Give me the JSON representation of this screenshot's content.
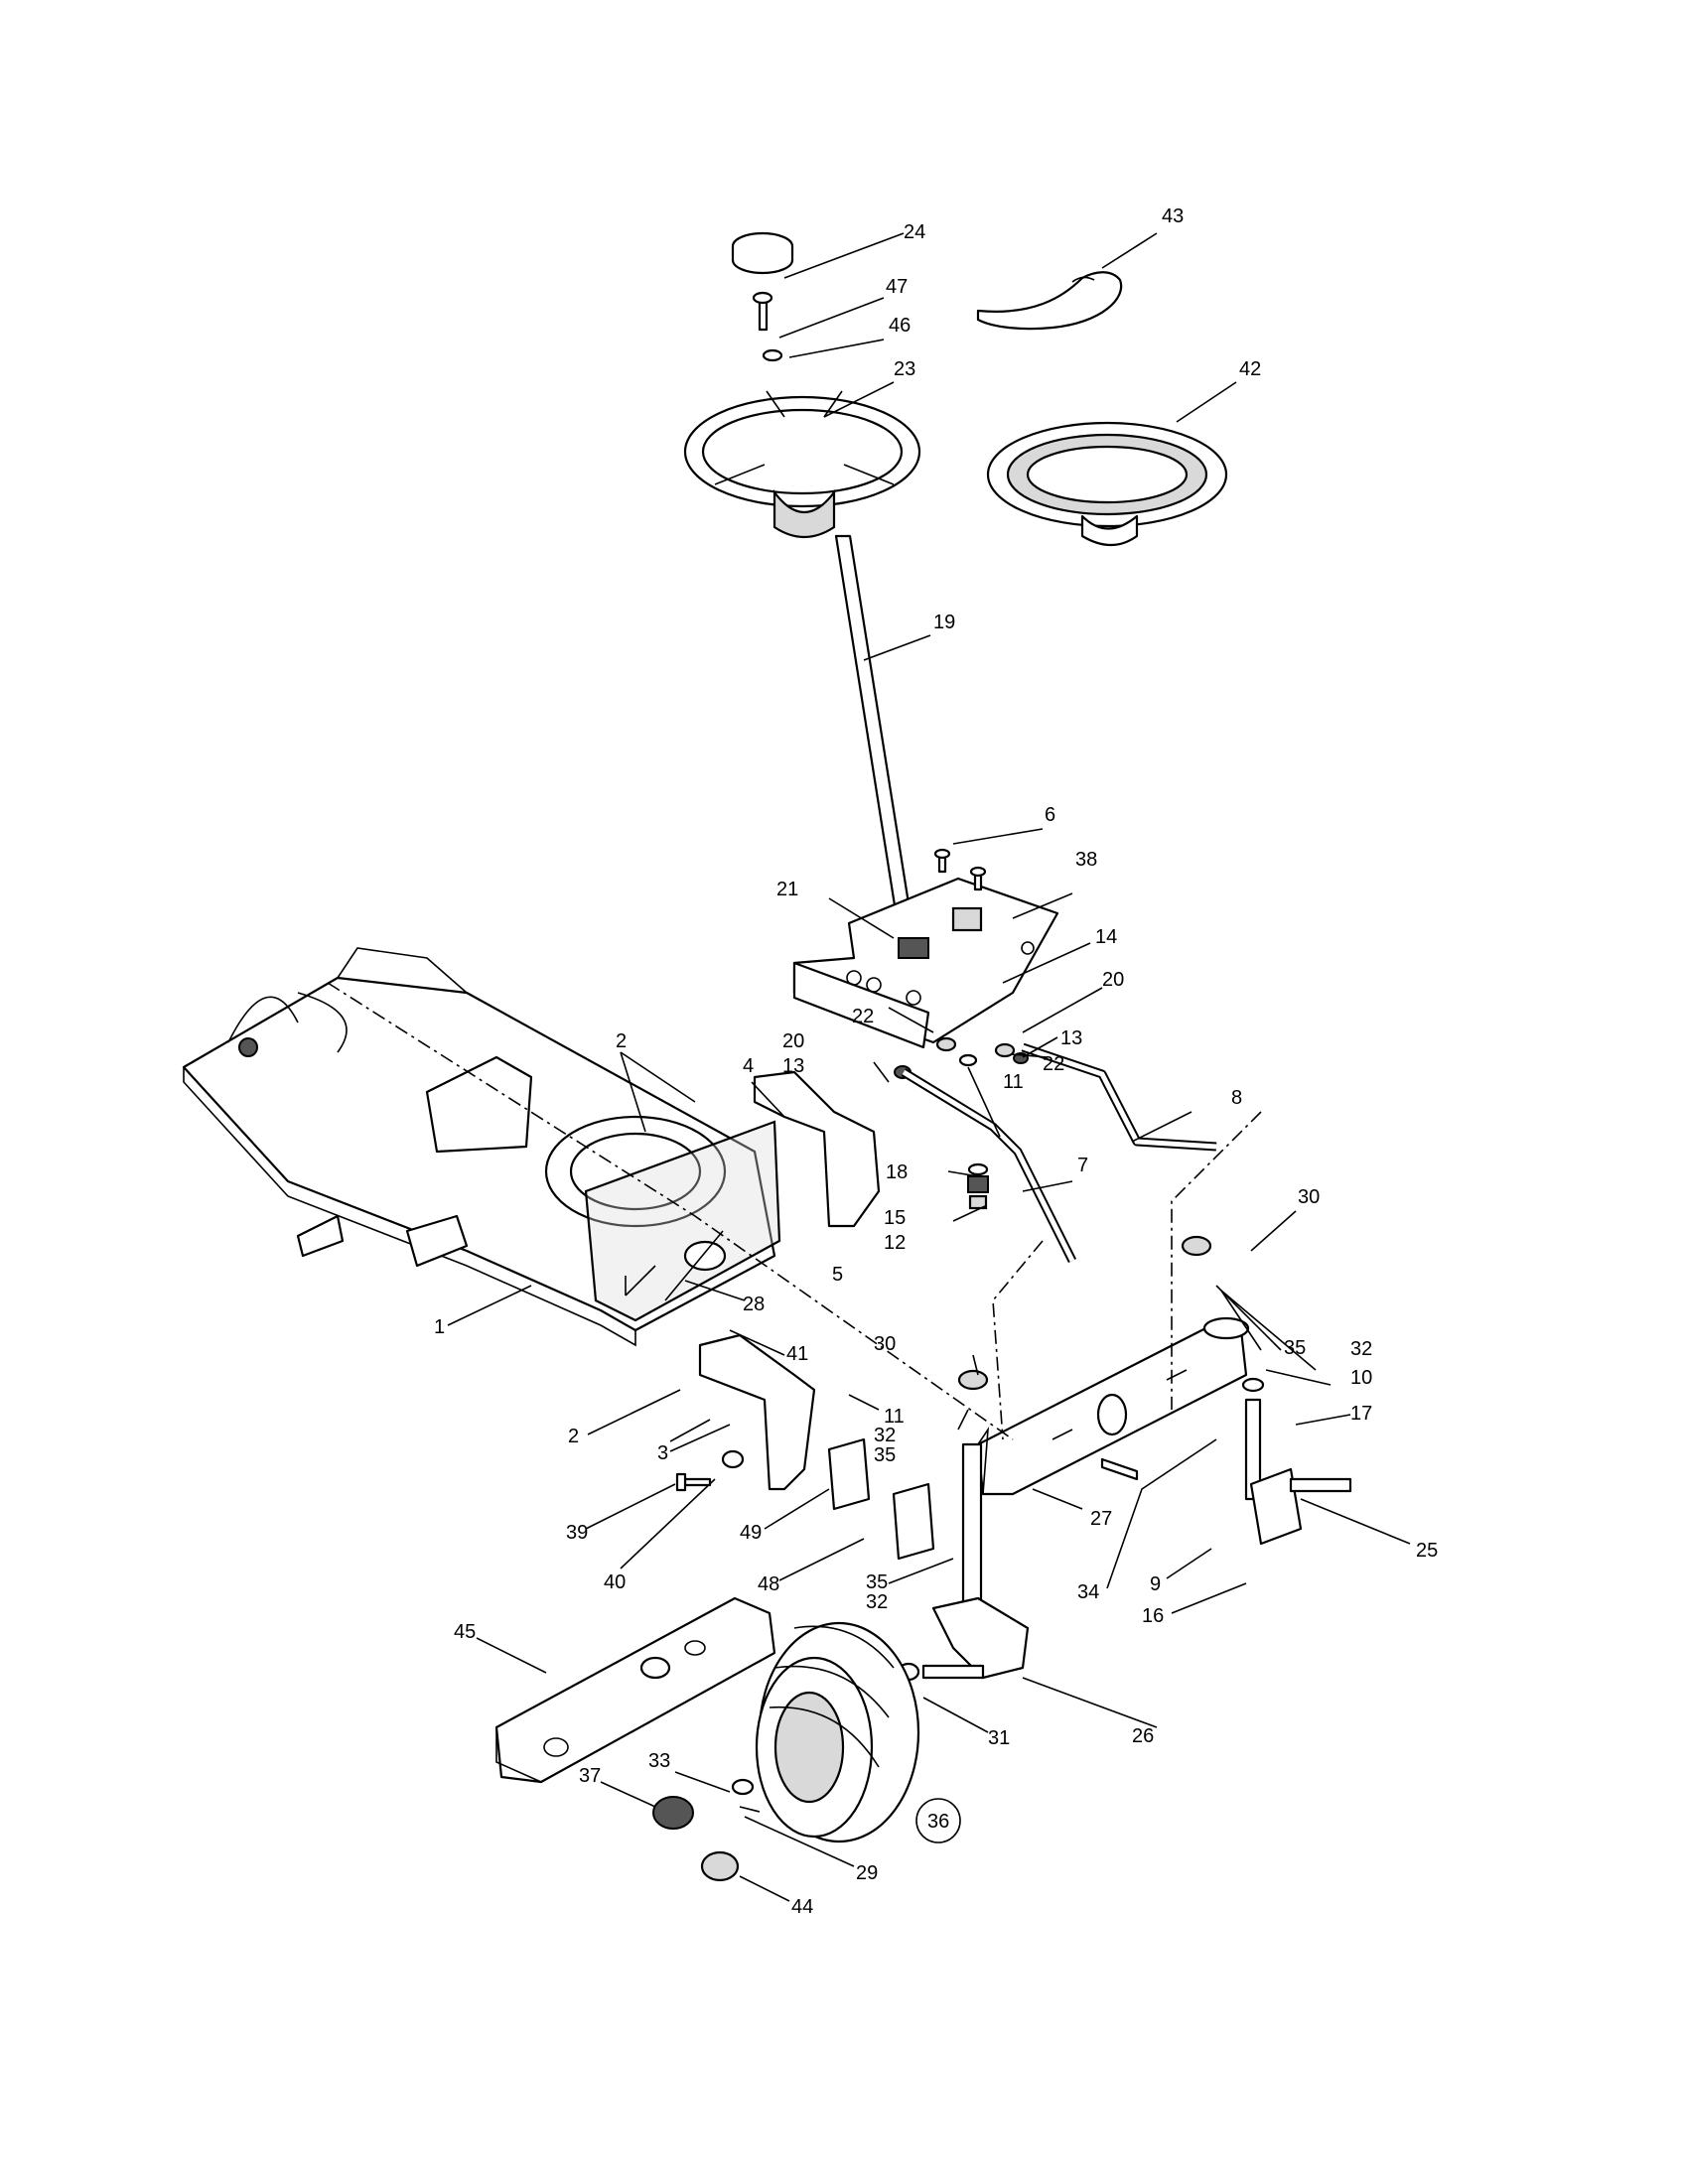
{
  "callouts": [
    {
      "id": "c24",
      "label": "24"
    },
    {
      "id": "c43",
      "label": "43"
    },
    {
      "id": "c47",
      "label": "47"
    },
    {
      "id": "c46",
      "label": "46"
    },
    {
      "id": "c23",
      "label": "23"
    },
    {
      "id": "c42",
      "label": "42"
    },
    {
      "id": "c19",
      "label": "19"
    },
    {
      "id": "c6",
      "label": "6"
    },
    {
      "id": "c38",
      "label": "38"
    },
    {
      "id": "c21",
      "label": "21"
    },
    {
      "id": "c14",
      "label": "14"
    },
    {
      "id": "c20a",
      "label": "20"
    },
    {
      "id": "c22a",
      "label": "22"
    },
    {
      "id": "c13a",
      "label": "13"
    },
    {
      "id": "c22b",
      "label": "22"
    },
    {
      "id": "c20b",
      "label": "20"
    },
    {
      "id": "c13b",
      "label": "13"
    },
    {
      "id": "c11a",
      "label": "11"
    },
    {
      "id": "c8",
      "label": "8"
    },
    {
      "id": "c2a",
      "label": "2"
    },
    {
      "id": "c4",
      "label": "4"
    },
    {
      "id": "c18",
      "label": "18"
    },
    {
      "id": "c7",
      "label": "7"
    },
    {
      "id": "c15",
      "label": "15"
    },
    {
      "id": "c12",
      "label": "12"
    },
    {
      "id": "c30a",
      "label": "30"
    },
    {
      "id": "c5",
      "label": "5"
    },
    {
      "id": "c28",
      "label": "28"
    },
    {
      "id": "c1",
      "label": "1"
    },
    {
      "id": "c41",
      "label": "41"
    },
    {
      "id": "c30b",
      "label": "30"
    },
    {
      "id": "c35a",
      "label": "35"
    },
    {
      "id": "c32a",
      "label": "32"
    },
    {
      "id": "c10",
      "label": "10"
    },
    {
      "id": "c17",
      "label": "17"
    },
    {
      "id": "c11b",
      "label": "11"
    },
    {
      "id": "c2b",
      "label": "2"
    },
    {
      "id": "c3",
      "label": "3"
    },
    {
      "id": "c32b",
      "label": "32"
    },
    {
      "id": "c35b",
      "label": "35"
    },
    {
      "id": "c39",
      "label": "39"
    },
    {
      "id": "c49",
      "label": "49"
    },
    {
      "id": "c27",
      "label": "27"
    },
    {
      "id": "c25",
      "label": "25"
    },
    {
      "id": "c40",
      "label": "40"
    },
    {
      "id": "c48",
      "label": "48"
    },
    {
      "id": "c35c",
      "label": "35"
    },
    {
      "id": "c32c",
      "label": "32"
    },
    {
      "id": "c34",
      "label": "34"
    },
    {
      "id": "c9",
      "label": "9"
    },
    {
      "id": "c16",
      "label": "16"
    },
    {
      "id": "c45",
      "label": "45"
    },
    {
      "id": "c26",
      "label": "26"
    },
    {
      "id": "c31",
      "label": "31"
    },
    {
      "id": "c33",
      "label": "33"
    },
    {
      "id": "c37",
      "label": "37"
    },
    {
      "id": "c36",
      "label": "36"
    },
    {
      "id": "c29",
      "label": "29"
    },
    {
      "id": "c44",
      "label": "44"
    }
  ]
}
